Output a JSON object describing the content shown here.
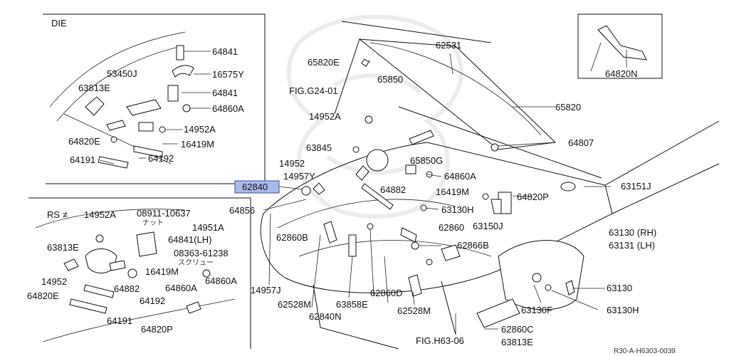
{
  "diagram": {
    "watermark_icon": "shield-crest",
    "highlight_color": "#a9b9ea",
    "highlighted_part": "62840",
    "footer_code": "R30-A-H6303-0039"
  },
  "insets": {
    "die_title": "DIE",
    "rs_title": "RS",
    "rs_symbol": "≠"
  },
  "labels": {
    "p64841_a": "64841",
    "p16575Y": "16575Y",
    "p53450J": "53450J",
    "p63813E_a": "63813E",
    "p64841_b": "64841",
    "p64860A_a": "64860A",
    "p14952A_a": "14952A",
    "p64820E_a": "64820E",
    "p16419M_a": "16419M",
    "p64191_a": "64191",
    "p64192_a": "64192",
    "p62531": "62531",
    "p65820E": "65820E",
    "fig_g24": "FIG.G24-01",
    "p65850": "65850",
    "p65820": "65820",
    "p14952A_b": "14952A",
    "p64807": "64807",
    "p63845": "63845",
    "p65850G": "65850G",
    "p14952": "14952",
    "p14957Y": "14957Y",
    "p64860A_b": "64860A",
    "p64882_a": "64882",
    "p16419M_b": "16419M",
    "p63151J": "63151J",
    "p64820P_a": "64820P",
    "p64856": "64856",
    "p63130H_a": "63130H",
    "p62860": "62860",
    "p63150J": "63150J",
    "p62860B": "62860B",
    "p62866B": "62866B",
    "p63130RH": "63130 (RH)",
    "p63131LH": "63131 (LH)",
    "p14952A_c": "14952A",
    "p08911": "08911-10637",
    "nut_jp": "ナット",
    "p14951A": "14951A",
    "p64841LH": "64841(LH)",
    "p63813E_b": "63813E",
    "p08363": "08363-61238",
    "screw_jp": "スクリュー",
    "p16419M_c": "16419M",
    "p14952_b": "14952",
    "p64860A_c": "64860A",
    "p64882_b": "64882",
    "p64860A_d": "64860A",
    "p64820E_b": "64820E",
    "p64192_b": "64192",
    "p64191_b": "64191",
    "p64820P_b": "64820P",
    "p14957J": "14957J",
    "p62528M_a": "62528M",
    "p62840N": "62840N",
    "p63858E": "63858E",
    "p62860D": "62860D",
    "p62528M_b": "62528M",
    "p63130": "63130",
    "p63130F": "63130F",
    "p63130H_b": "63130H",
    "fig_h63": "FIG.H63-06",
    "p62860C": "62860C",
    "p63813E_c": "63813E",
    "p64820N": "64820N"
  }
}
